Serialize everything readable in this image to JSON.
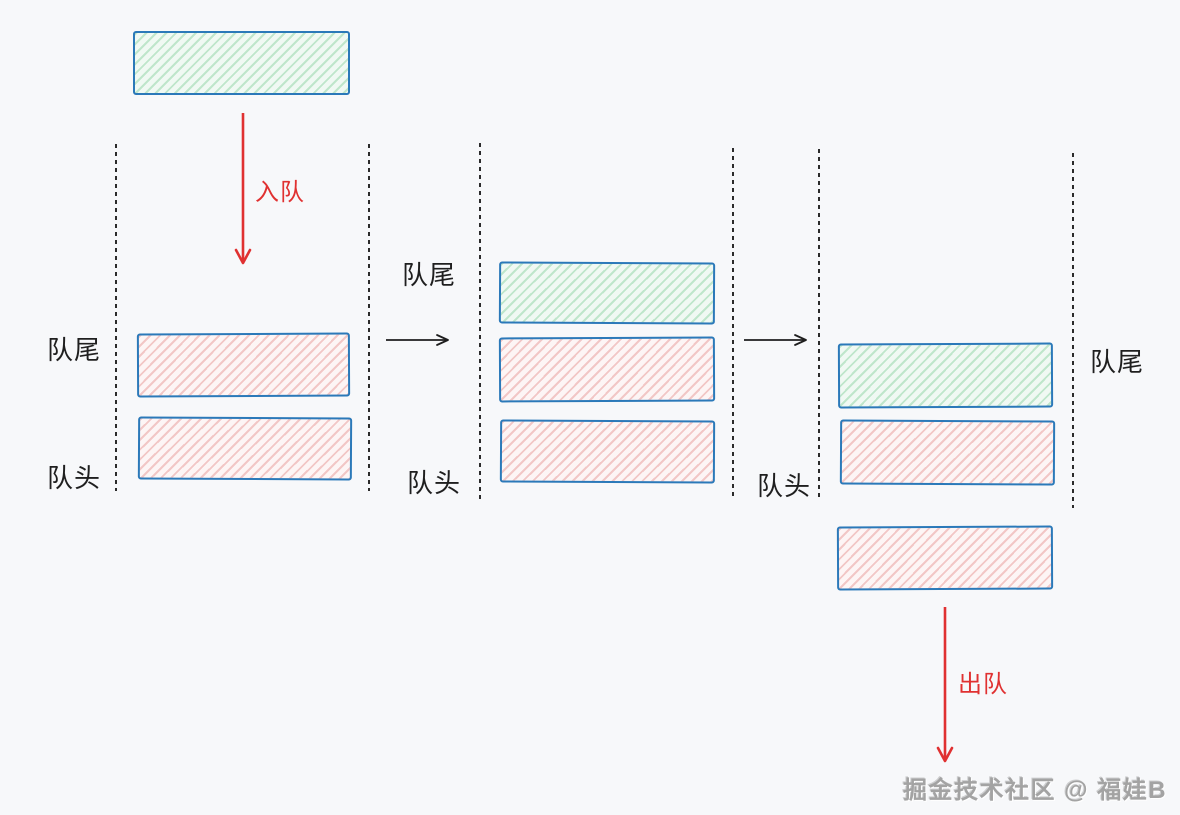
{
  "colors": {
    "background": "#f7f8fa",
    "box_border_blue": "#2b79b9",
    "green_hatch": "#bfe6cb",
    "pink_hatch": "#f2c7c6",
    "arrow_red": "#e03131",
    "arrow_black": "#1e1e1e",
    "dashed_wall": "#2b2b2b",
    "watermark_gray": "#a3a3a3"
  },
  "diagram": {
    "title_semantic": "queue enqueue/dequeue illustration",
    "enqueue_label": "入队",
    "dequeue_label": "出队",
    "stages": [
      {
        "tail_label": "队尾",
        "head_label": "队头"
      },
      {
        "tail_label": "队尾",
        "head_label": "队头"
      },
      {
        "tail_label": "队尾",
        "head_label": "队头"
      }
    ],
    "watermark": "掘金技术社区 @ 福娃B"
  }
}
